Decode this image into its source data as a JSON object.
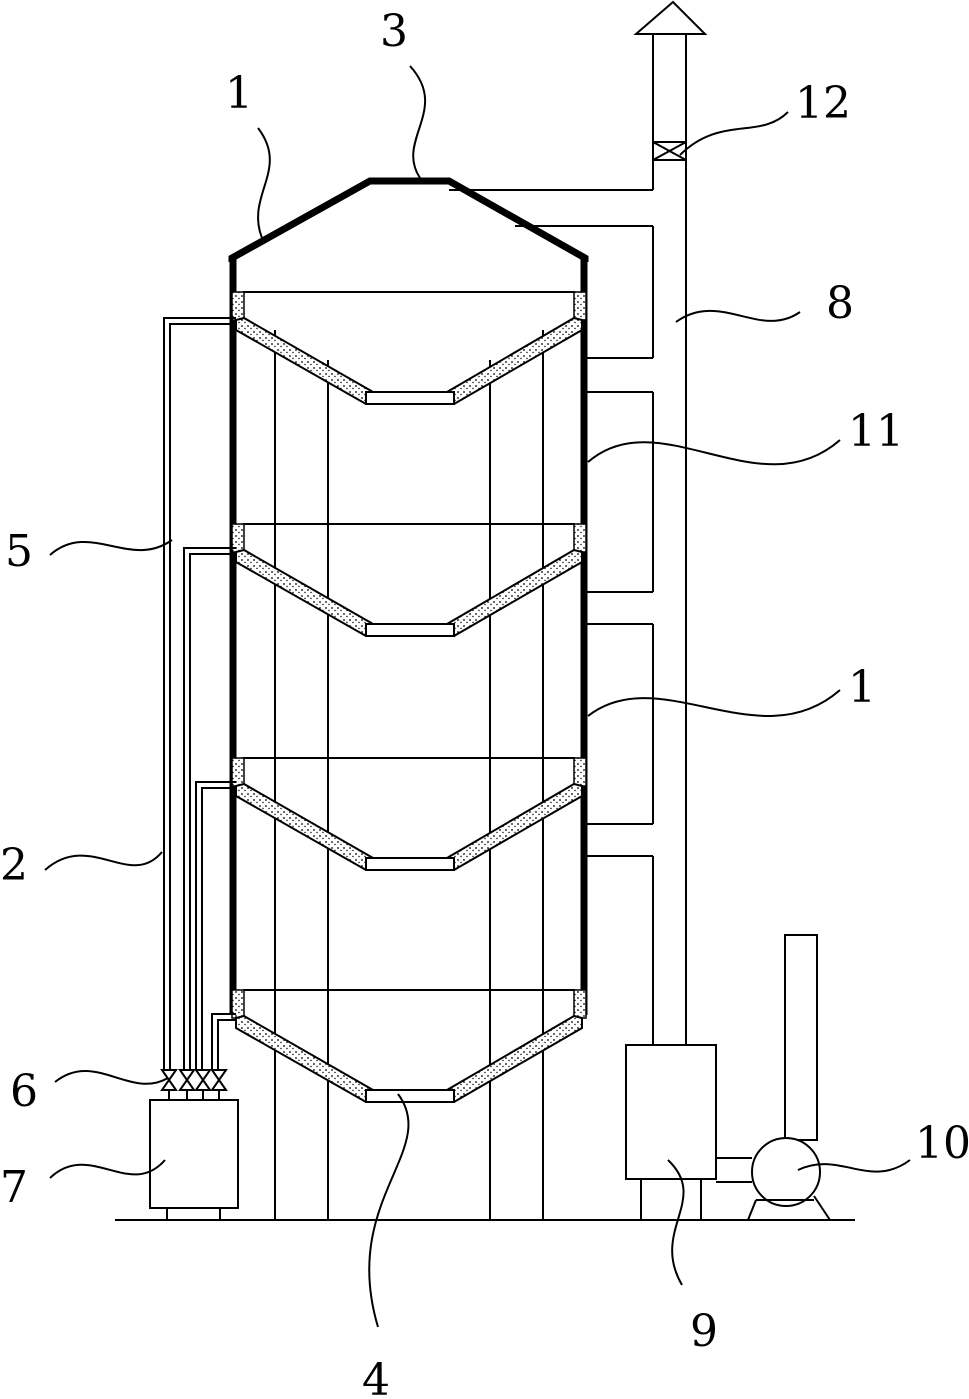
{
  "labels": {
    "l1_top": "1",
    "l3": "3",
    "l12": "12",
    "l8": "8",
    "l11": "11",
    "l5": "5",
    "l1_mid": "1",
    "l2": "2",
    "l6": "6",
    "l7": "7",
    "l10": "10",
    "l9": "9",
    "l4": "4"
  },
  "colors": {
    "line": "#000000",
    "background": "#ffffff"
  }
}
